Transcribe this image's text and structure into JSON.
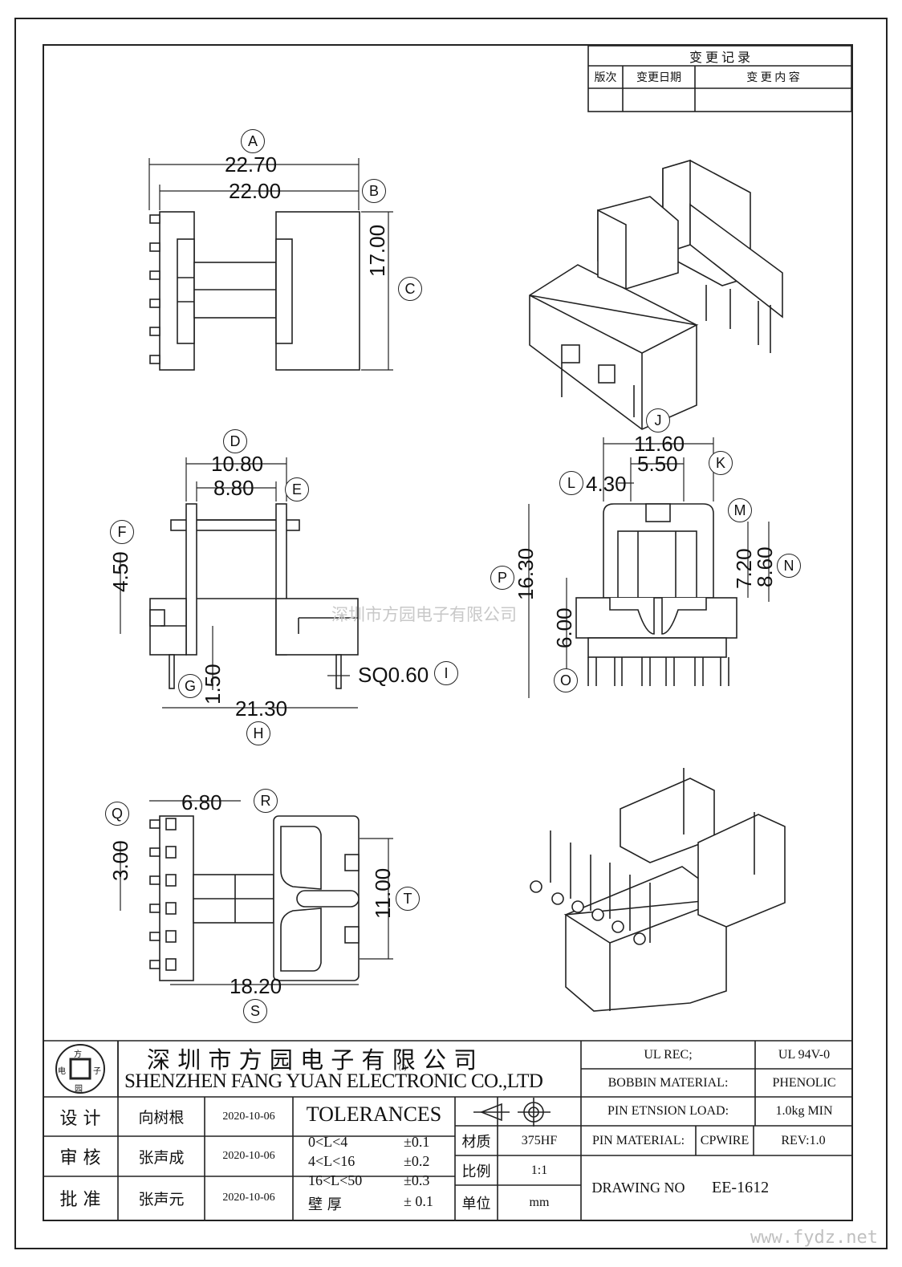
{
  "revision_block": {
    "title": "变 更 记 录",
    "col_version": "版次",
    "col_date": "变更日期",
    "col_content": "变 更 内 容"
  },
  "dimensions": {
    "A": "22.70",
    "B": "22.00",
    "C": "17.00",
    "D": "10.80",
    "E": "8.80",
    "F": "4.50",
    "G": "1.50",
    "H": "21.30",
    "I": "SQ0.60",
    "J": "11.60",
    "K": "5.50",
    "L": "4.30",
    "M": "7.20",
    "N": "8.60",
    "O": "6.00",
    "P": "16.30",
    "Q": "3.00",
    "R": "6.80",
    "S": "18.20",
    "T": "11.00"
  },
  "labels": [
    "A",
    "B",
    "C",
    "D",
    "E",
    "F",
    "G",
    "H",
    "I",
    "J",
    "K",
    "L",
    "M",
    "N",
    "O",
    "P",
    "Q",
    "R",
    "S",
    "T"
  ],
  "watermark": "深圳市方园电子有限公司",
  "site": "www.fydz.net",
  "title_block": {
    "logo_chars": {
      "top": "方",
      "left": "电",
      "right": "子",
      "bottom": "园"
    },
    "company_cn": "深 圳 市 方 园 电 子 有 限 公 司",
    "company_en": "SHENZHEN FANG YUAN ELECTRONIC CO.,LTD",
    "company_mark": "(J)",
    "rows": [
      {
        "role": "设  计",
        "name": "向树根",
        "date": "2020-10-06"
      },
      {
        "role": "审  核",
        "name": "张声成",
        "date": "2020-10-06"
      },
      {
        "role": "批  准",
        "name": "张声元",
        "date": "2020-10-06"
      }
    ],
    "tolerances_title": "TOLERANCES",
    "tolerances": [
      {
        "range": "0<L<4",
        "value": "±0.1"
      },
      {
        "range": "4<L<16",
        "value": "±0.2"
      },
      {
        "range": "16<L<50",
        "value": "±0.3"
      },
      {
        "range": "壁  厚",
        "value": "± 0.1"
      }
    ],
    "material_label": "材质",
    "material_value": "375HF",
    "scale_label": "比例",
    "scale_value": "1:1",
    "unit_label": "单位",
    "unit_value": "mm",
    "ul_rec_label": "UL REC;",
    "ul_rec_value": "UL  94V-0",
    "bobbin_label": "BOBBIN MATERIAL:",
    "bobbin_value": "PHENOLIC",
    "pin_load_label": "PIN ETNSION LOAD:",
    "pin_load_value": "1.0kg MIN",
    "pin_material_label": "PIN MATERIAL:",
    "pin_material_value": "CPWIRE",
    "rev_label": "REV:1.0",
    "drawing_no_label": "DRAWING NO",
    "drawing_no_value": "EE-1612"
  }
}
